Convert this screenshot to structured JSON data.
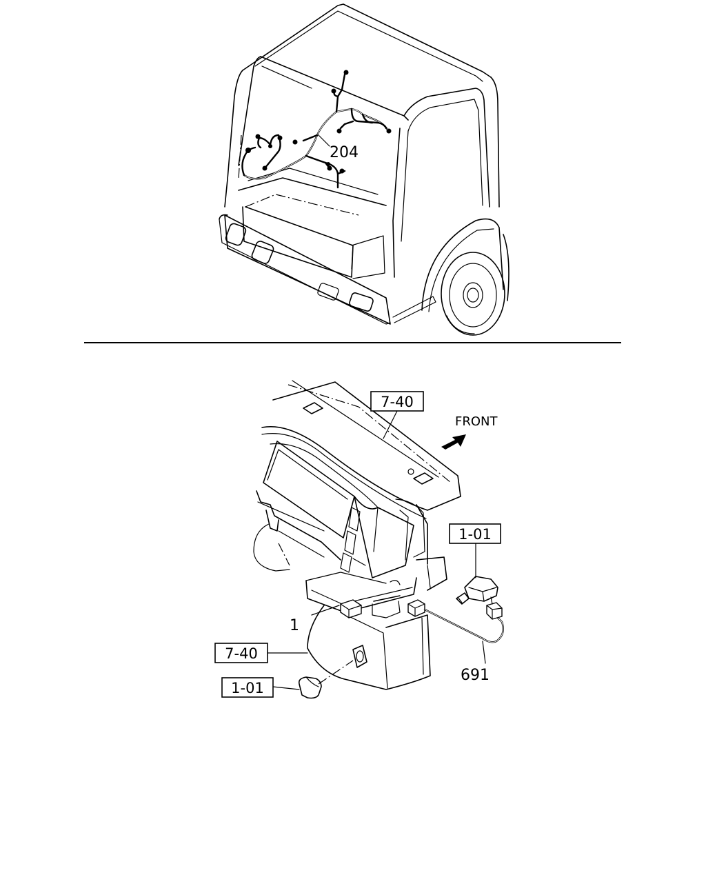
{
  "labels": {
    "top_harness": "204",
    "ref_panel_top": "7-40",
    "front": "FRONT",
    "ref_switch_right": "1-01",
    "item_connector": "1",
    "ref_panel_left": "7-40",
    "ref_switch_left": "1-01",
    "item_wire": "691"
  }
}
